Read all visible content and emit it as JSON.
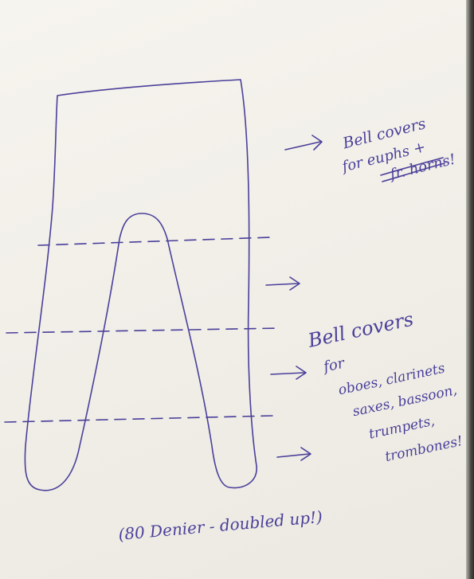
{
  "notes": {
    "top_line1": "Bell covers",
    "top_line2": "for euphs +",
    "top_line3": "fr. horns!",
    "side_line1": "Bell covers",
    "side_line2": "for",
    "side_line3": "oboes, clarinets",
    "side_line4": "saxes, bassoon,",
    "side_line5": "trumpets,",
    "side_line6": "trombones!",
    "bottom": "(80 Denier - doubled up!)"
  },
  "colors": {
    "ink": "#4b3f9a",
    "paper": "#f3f1ea"
  },
  "icons": {
    "arrows": "hand-drawn-arrow"
  }
}
